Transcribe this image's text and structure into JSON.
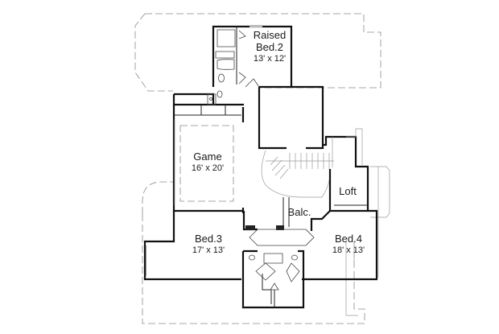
{
  "diagram": {
    "type": "floor-plan",
    "title": "Second floor plan",
    "colors": {
      "walls": "#111111",
      "dashed_outline": "#8a8a8a",
      "background": "#ffffff"
    },
    "rooms": [
      {
        "id": "bed2",
        "name_line1": "Raised",
        "name_line2": "Bed.2",
        "dimensions": "13' x 12'"
      },
      {
        "id": "game",
        "name": "Game",
        "dimensions": "16' x 20'"
      },
      {
        "id": "balc",
        "name": "Balc."
      },
      {
        "id": "loft",
        "name": "Loft"
      },
      {
        "id": "bed3",
        "name": "Bed.3",
        "dimensions": "17' x 13'"
      },
      {
        "id": "bed4",
        "name": "Bed.4",
        "dimensions": "18' x 13'"
      }
    ],
    "elements": [
      "bathroom-bed2",
      "jack-and-jill-bath",
      "curved-staircase",
      "open-to-below",
      "dashed-roof-outline-top",
      "dashed-roof-outline-bottom",
      "bay-window-loft"
    ]
  }
}
